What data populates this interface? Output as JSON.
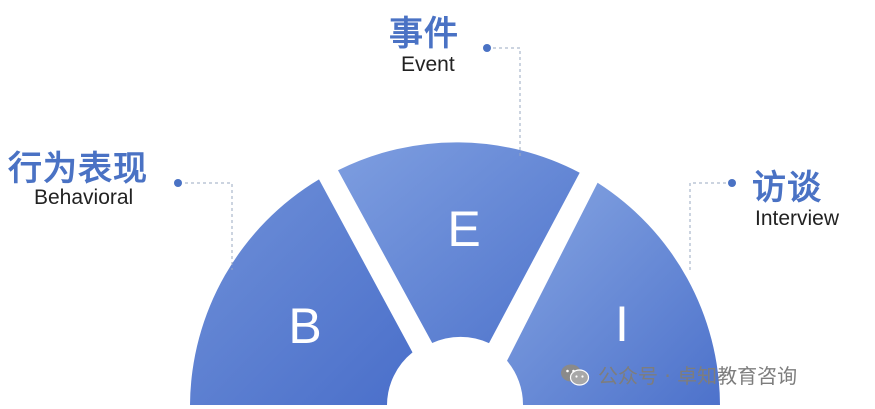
{
  "labels": {
    "event": {
      "zh": "事件",
      "en": "Event"
    },
    "behavioral": {
      "zh": "行为表现",
      "en": "Behavioral"
    },
    "interview": {
      "zh": "访谈",
      "en": "Interview"
    }
  },
  "segments": [
    {
      "key": "behavioral",
      "letter": "B"
    },
    {
      "key": "event",
      "letter": "E"
    },
    {
      "key": "interview",
      "letter": "I"
    }
  ],
  "watermark": {
    "text": "公众号 · 卓知教育咨询",
    "icon": "wechat-icon"
  },
  "colors": {
    "segment_dark": "#4f74cc",
    "segment_light": "#7a9bdc",
    "title_blue": "#4a72c4",
    "connector": "#9aa8c2"
  }
}
